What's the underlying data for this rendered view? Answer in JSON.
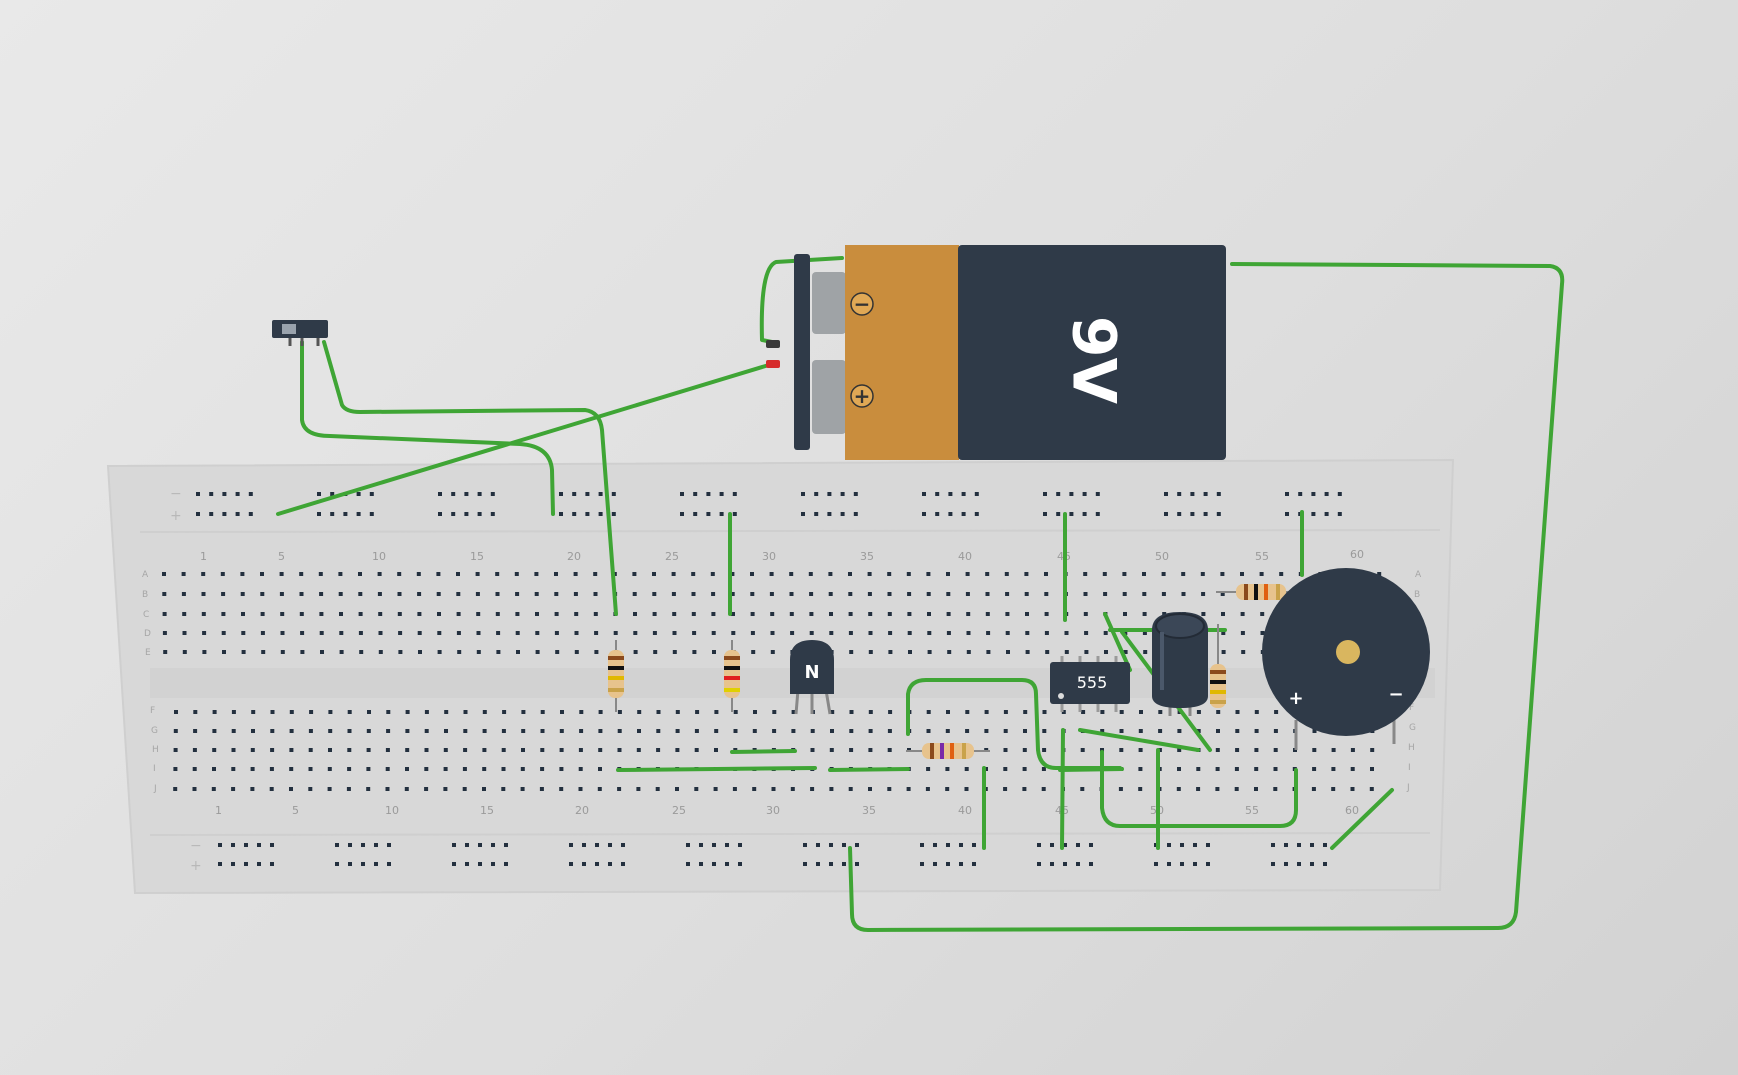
{
  "canvas": {
    "background_color": "#e3e3e3"
  },
  "breadboard": {
    "column_labels": [
      "1",
      "5",
      "10",
      "15",
      "20",
      "25",
      "30",
      "35",
      "40",
      "45",
      "50",
      "55",
      "60"
    ],
    "top_row_labels": [
      "A",
      "B",
      "C",
      "D",
      "E"
    ],
    "bottom_row_labels": [
      "F",
      "G",
      "H",
      "I",
      "J"
    ],
    "rail_minus": "−",
    "rail_plus": "+",
    "color": "#d9d9d9"
  },
  "battery": {
    "label": "9V",
    "negative_sign": "−",
    "positive_sign": "+",
    "body_color": "#2f3a48",
    "cap_color": "#c98d3d"
  },
  "timer_ic": {
    "label": "555"
  },
  "transistor": {
    "label": "N"
  },
  "buzzer": {
    "positive_sign": "+",
    "negative_sign": "−"
  },
  "wire_color": "#3fa535",
  "icons": {
    "switch": "slide-switch-icon",
    "capacitor": "electrolytic-capacitor-icon",
    "resistor": "resistor-icon"
  }
}
